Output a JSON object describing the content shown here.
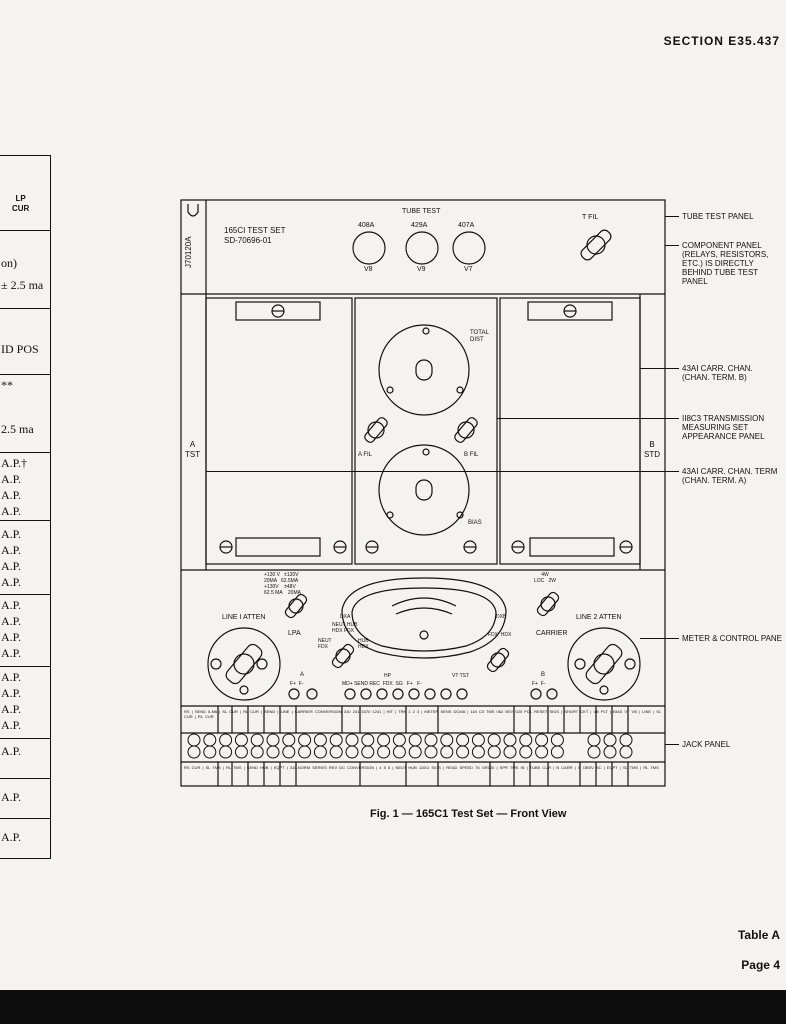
{
  "header": {
    "section": "SECTION E35.437"
  },
  "left_table": {
    "header": "LP\nCUR",
    "rows": [
      "on)",
      "± 2.5 ma",
      "ID POS",
      "**",
      "2.5 ma",
      "A.P.†",
      "A.P.",
      "A.P.",
      "A.P.",
      "A.P.",
      "A.P.",
      "A.P.",
      "A.P.",
      "A.P.",
      "A.P.",
      "A.P.",
      "A.P.",
      "A.P.",
      "A.P.",
      "A.P.",
      "A.P.",
      "A.P.",
      "A.P.",
      "A.P."
    ]
  },
  "panel": {
    "side_label": "J70120A",
    "title_line1": "165CI TEST SET",
    "title_line2": "SD-70696-01",
    "tube_test": "TUBE TEST",
    "tubes": [
      {
        "top": "408A",
        "bottom": "V8"
      },
      {
        "top": "429A",
        "bottom": "V9"
      },
      {
        "top": "407A",
        "bottom": "V7"
      }
    ],
    "t_fil": "T FIL",
    "a_tst": "A\nTST",
    "b_std": "B\nSTD",
    "total_dist": "TOTAL\nDIST",
    "a_fil": "A FIL",
    "b_fil": "B FIL",
    "bias": "BIAS",
    "line1_atten": "LINE I ATTEN",
    "line2_atten": "LINE 2 ATTEN",
    "lpa": "LPA",
    "carrier": "CARRIER",
    "lpa_settings": "+130 V   ±130V\n20MA   62.5MA\n+130V    ±48V\n62.5 MA    20MA",
    "dxa": "DXA",
    "dxa_settings": "NEUT HUB\nHDX FDX",
    "neut_fdx": "NEUT\nFDX",
    "hub_hdx": "HUB\nHDX",
    "dxb": "DXB",
    "fdx_hdx": "FDX  HDX",
    "w4_2w": "4W\nLOC   2W",
    "a_group": "A",
    "b_group": "B",
    "hp_group": "HP",
    "vt_tst": "VT TST",
    "jack_labels_mid": "MD+ SEND REC  FDX  SG   F+   F-",
    "f_plus_minus": "F+  F-",
    "jack_top": "RS | SEND 5-M6 | SL CUR | RL CUR | SEND | LINE | CARRIER CONVERSION 310 241 3470 1241 | HIT | TRK 1 2 3 | METER SENS DCMA | 118 C3 TMS 062 BSY 020 POL RESET SIGS | SHORT CKT | VB PLT | BIAS VT VB | LINE | SL CUR | RL CUR",
    "jack_bottom": "RS CUR | SL TMS | RL TMS | SEND HUB | EQPT | 310-NORM SERIES REV DC CONVERSION | 4 5 6 | NEUT HUB 110CI SIGS | READ SPEED 75 OR100 | SPR TMS IN | TUBE CUR | B CARR | C OBSV SC | EQPT | SL TMS | RL TMS"
  },
  "callouts": [
    "TUBE TEST PANEL",
    "COMPONENT PANEL\n(RELAYS, RESISTORS,\nETC.) IS DIRECTLY\nBEHIND TUBE TEST\nPANEL",
    "43AI CARR. CHAN.\n(CHAN. TERM. B)",
    "II8C3 TRANSMISSION\nMEASURING SET\nAPPEARANCE PANEL",
    "43AI CARR. CHAN. TERM\n(CHAN. TERM. A)",
    "METER & CONTROL PANE",
    "JACK PANEL"
  ],
  "caption": "Fig. 1 — 165C1 Test Set — Front View",
  "footer": {
    "table": "Table A",
    "page": "Page 4"
  }
}
